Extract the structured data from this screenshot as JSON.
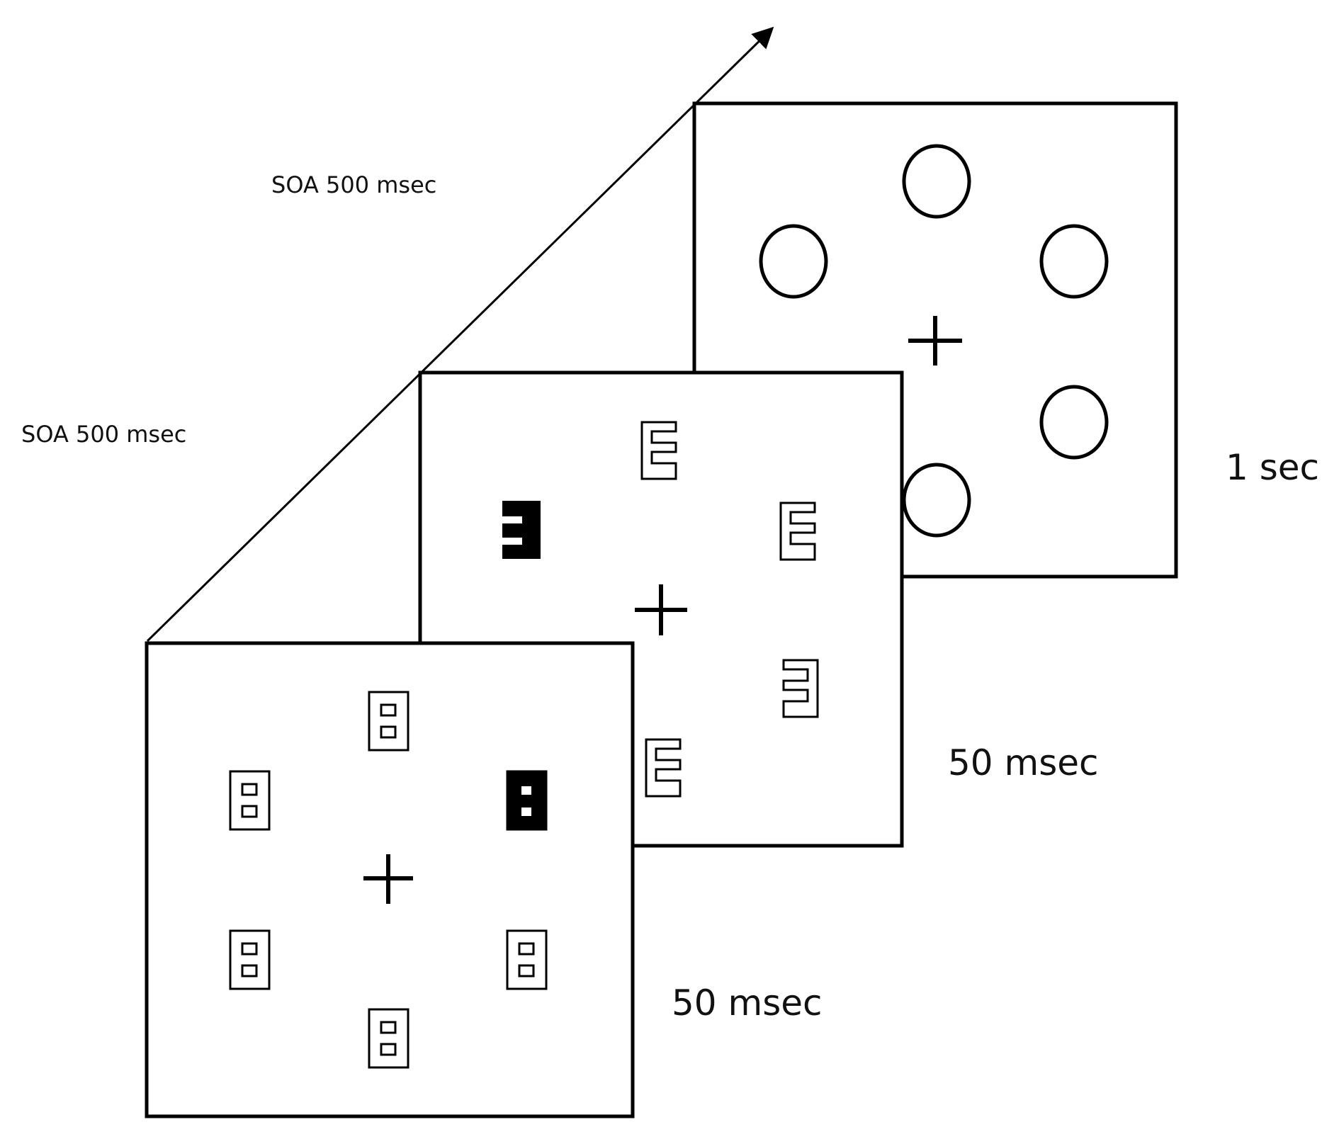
{
  "labels": {
    "soa_upper": "SOA 500 msec",
    "soa_lower": "SOA 500 msec",
    "duration_back": "1 sec",
    "duration_middle": "50 msec",
    "duration_front": "50 msec"
  },
  "colors": {
    "ink": "#000000",
    "background": "#ffffff"
  },
  "frames": [
    {
      "name": "placeholder-display",
      "items": "circles",
      "count": 5
    },
    {
      "name": "target-display",
      "items": "E-shaped figures",
      "count": 6,
      "filled": 1
    },
    {
      "name": "cue-display",
      "items": "box figures",
      "count": 6,
      "filled": 1
    }
  ]
}
